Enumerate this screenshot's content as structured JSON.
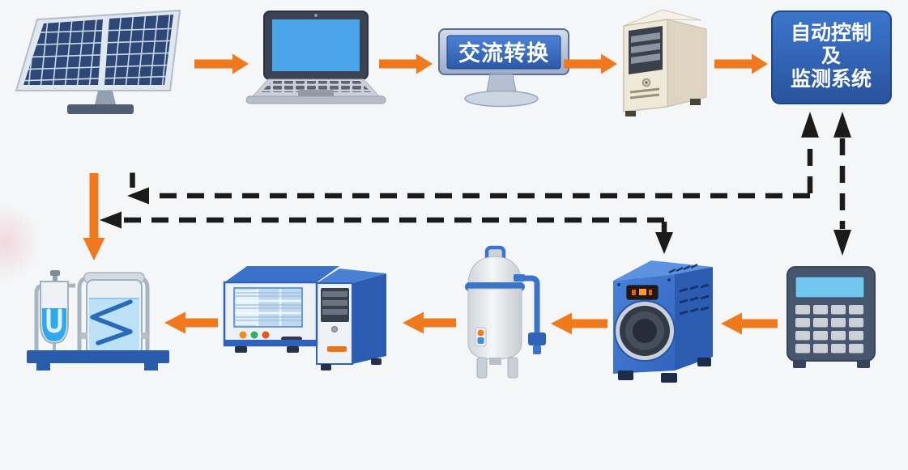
{
  "diagram": {
    "type": "flow-diagram",
    "background": "#f4f6f7",
    "colors": {
      "flow_arrow_orange": "#f0791d",
      "signal_dashed_black": "#1b1b1b",
      "control_box_blue": "#2e63b6",
      "monitor_screen_blue": "#3b6fc6",
      "equipment_blue": "#3a72ca",
      "solar_cell_blue": "#2d4876",
      "laptop_screen_blue": "#4ba5ea",
      "keypad_display_blue": "#71c6f0"
    },
    "nodes": [
      {
        "id": "solar-panel",
        "icon": "solar-panel-icon",
        "label": ""
      },
      {
        "id": "laptop",
        "icon": "laptop-icon",
        "label": ""
      },
      {
        "id": "ac-converter",
        "icon": "monitor-icon",
        "label": "交流转换"
      },
      {
        "id": "server-tower",
        "icon": "server-tower-icon",
        "label": ""
      },
      {
        "id": "control-system",
        "icon": "control-box-icon",
        "label_lines": [
          "自动控制",
          "及",
          "监测系统"
        ]
      },
      {
        "id": "electrolyzer",
        "icon": "electrolysis-tanks-icon",
        "label": ""
      },
      {
        "id": "instrument-rack",
        "icon": "instrument-rack-icon",
        "label": ""
      },
      {
        "id": "storage-tank",
        "icon": "pressure-tank-icon",
        "label": ""
      },
      {
        "id": "fan-unit",
        "icon": "fan-unit-icon",
        "label": ""
      },
      {
        "id": "keypad-unit",
        "icon": "keypad-icon",
        "label": ""
      }
    ],
    "flows": {
      "solid_orange": [
        {
          "from": "solar-panel",
          "to": "laptop"
        },
        {
          "from": "laptop",
          "to": "ac-converter"
        },
        {
          "from": "ac-converter",
          "to": "server-tower"
        },
        {
          "from": "server-tower",
          "to": "control-system"
        },
        {
          "from": "solar-panel",
          "to": "electrolyzer"
        },
        {
          "from": "keypad-unit",
          "to": "fan-unit"
        },
        {
          "from": "fan-unit",
          "to": "storage-tank"
        },
        {
          "from": "storage-tank",
          "to": "instrument-rack"
        },
        {
          "from": "instrument-rack",
          "to": "electrolyzer"
        }
      ],
      "dashed_black": [
        {
          "from": "control-system",
          "to": "keypad-unit",
          "bidirectional": true
        },
        {
          "from": "control-system",
          "to": "fan-unit"
        },
        {
          "from": "control-system",
          "to": "electrolyzer"
        }
      ]
    }
  }
}
